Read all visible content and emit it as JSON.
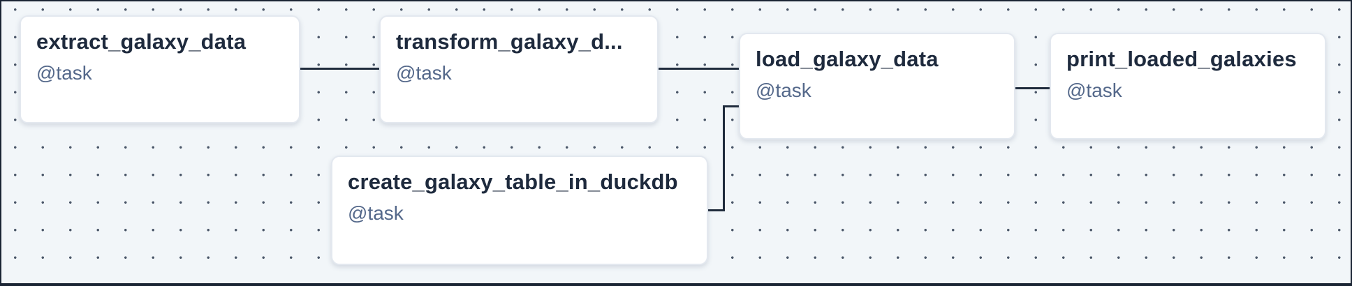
{
  "view": {
    "kind": "dag-graph-canvas",
    "colors": {
      "canvas_background": "#f2f6f9",
      "dot_grid": "#4a5668",
      "edge": "#1f2b3c",
      "node_background": "#ffffff",
      "node_border": "#e3e8ef",
      "node_title": "#1e2a3d",
      "node_decorator": "#54688a",
      "frame_border": "#1b2534"
    }
  },
  "nodes": [
    {
      "title": "extract_galaxy_data",
      "decorator": "@task"
    },
    {
      "title": "transform_galaxy_d...",
      "decorator": "@task"
    },
    {
      "title": "load_galaxy_data",
      "decorator": "@task"
    },
    {
      "title": "print_loaded_galaxies",
      "decorator": "@task"
    },
    {
      "title": "create_galaxy_table_in_duckdb",
      "decorator": "@task"
    }
  ],
  "edges": [
    {
      "from": "extract_galaxy_data",
      "to": "transform_galaxy_d..."
    },
    {
      "from": "transform_galaxy_d...",
      "to": "load_galaxy_data"
    },
    {
      "from": "create_galaxy_table_in_duckdb",
      "to": "load_galaxy_data"
    },
    {
      "from": "load_galaxy_data",
      "to": "print_loaded_galaxies"
    }
  ]
}
